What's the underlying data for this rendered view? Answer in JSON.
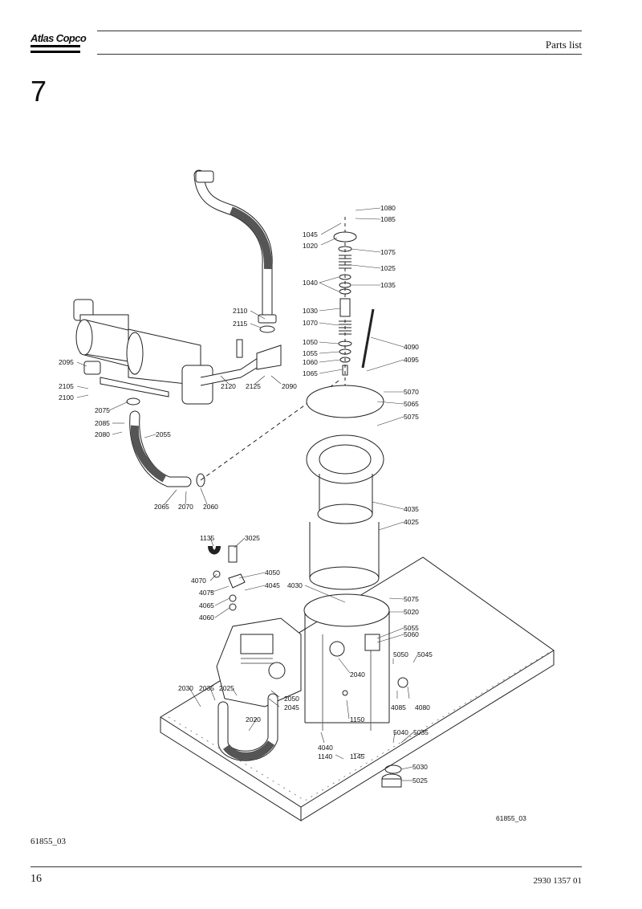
{
  "header": {
    "brand": "Atlas Copco",
    "title": "Parts list"
  },
  "section": {
    "number": "7"
  },
  "drawing": {
    "drawing_id": "61855_03",
    "callouts": [
      "1080",
      "1085",
      "1045",
      "1020",
      "1075",
      "1025",
      "1040",
      "1035",
      "1030",
      "1070",
      "4090",
      "1050",
      "1055",
      "1060",
      "1065",
      "4095",
      "2110",
      "2115",
      "2095",
      "2105",
      "2100",
      "2120",
      "2125",
      "2090",
      "5070",
      "5065",
      "5075",
      "2075",
      "2085",
      "2080",
      "2055",
      "2065",
      "2070",
      "2060",
      "4035",
      "4025",
      "1135",
      "3025",
      "4050",
      "4070",
      "4045",
      "4075",
      "4030",
      "4065",
      "4060",
      "5075",
      "5020",
      "5055",
      "5060",
      "5050",
      "5045",
      "2040",
      "2030",
      "2035",
      "2025",
      "2050",
      "2045",
      "4085",
      "4080",
      "2020",
      "1150",
      "5040",
      "5035",
      "4040",
      "1140",
      "1145",
      "5030",
      "5025"
    ]
  },
  "caption": "61855_03",
  "footer": {
    "page_number": "16",
    "document_number": "2930 1357 01"
  }
}
